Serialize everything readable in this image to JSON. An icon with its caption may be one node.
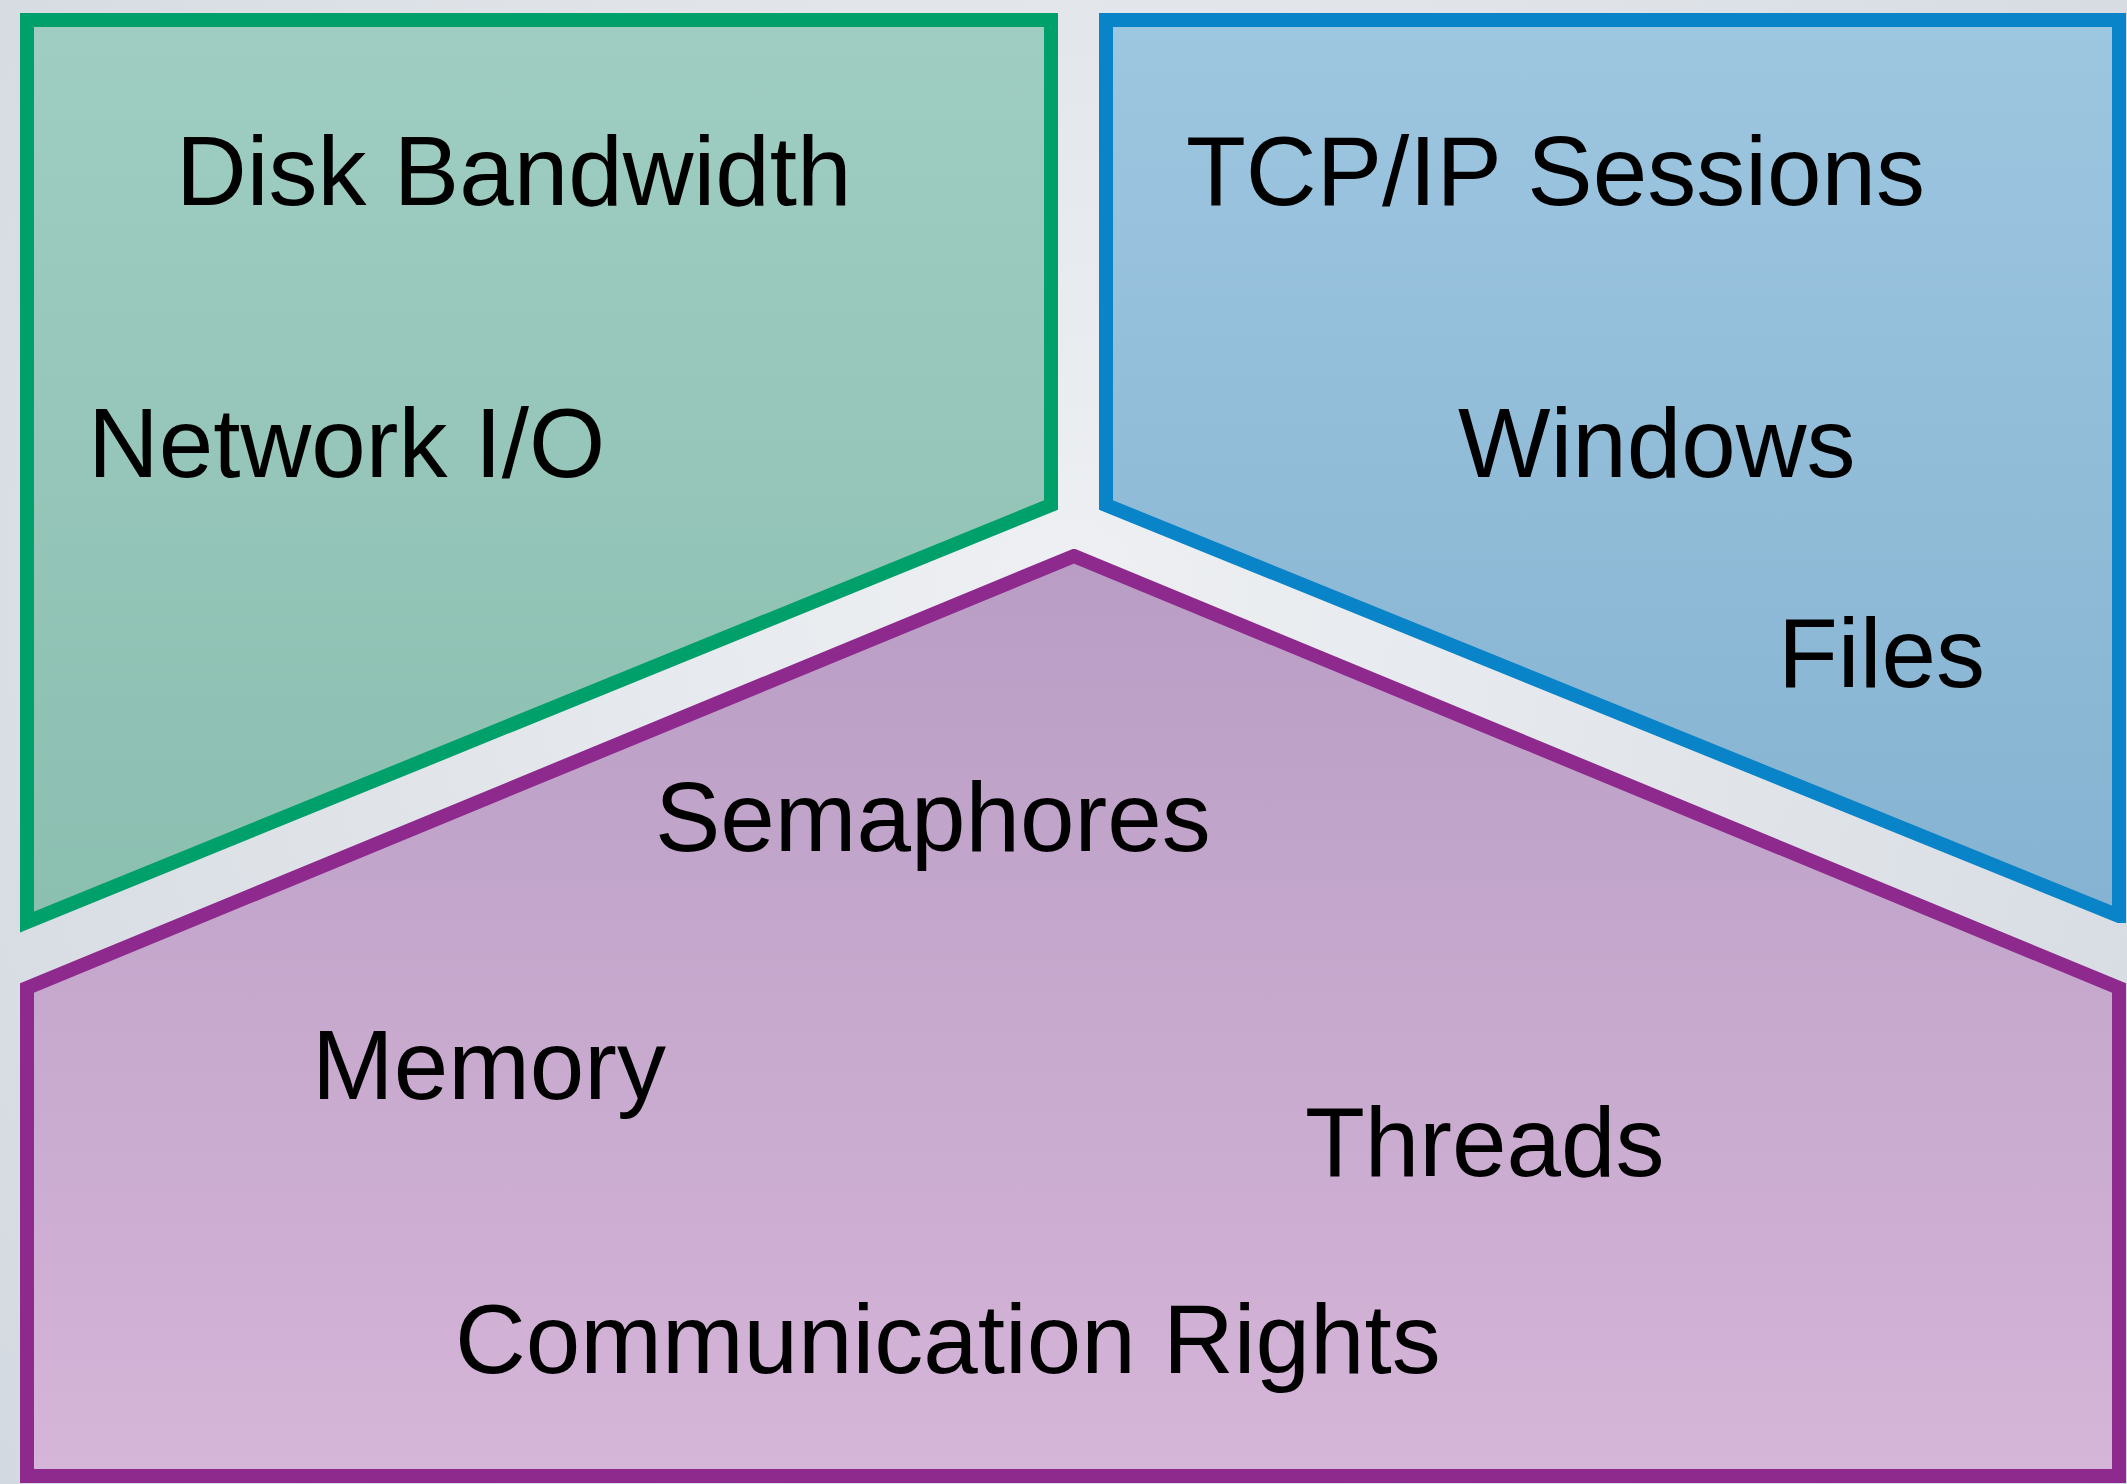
{
  "diagram": {
    "nodes": [
      {
        "text": [
          "Disk Bandwidth",
          "Network I/O"
        ]
      },
      {
        "text": [
          "TCP/IP Sessions",
          "Windows",
          "Files"
        ]
      },
      {
        "text": [
          "Semaphores",
          "Memory",
          "Threads",
          "Communication Rights"
        ]
      }
    ]
  }
}
